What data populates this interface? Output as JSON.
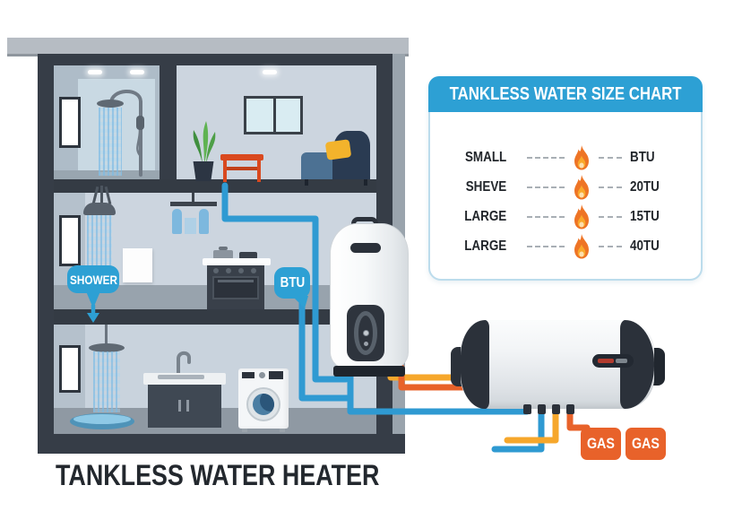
{
  "title": "TANKLESS WATER HEATER",
  "callouts": {
    "shower": "SHOWER",
    "btu": "BTU"
  },
  "gas_labels": {
    "left": "GAS",
    "right": "GAS"
  },
  "size_chart": {
    "title": "TANKLESS WATER SIZE CHART",
    "rows": [
      {
        "label": "SMALL",
        "icon": "flame-icon",
        "value": "BTU"
      },
      {
        "label": "SHEVE",
        "icon": "flame-icon",
        "value": "20TU"
      },
      {
        "label": "LARGE",
        "icon": "flame-icon",
        "value": "15TU"
      },
      {
        "label": "LARGE",
        "icon": "flame-icon",
        "value": "40TU"
      }
    ]
  },
  "colors": {
    "accent_blue": "#2da0d4",
    "pipe_blue": "#2f9ad2",
    "pipe_yellow": "#f6a72c",
    "pipe_orange": "#e8622a",
    "gas_orange": "#e8622a",
    "flame_outer": "#ee7425",
    "flame_inner": "#f9a82b",
    "house_dark": "#363d47",
    "roof_gray": "#b6bcc3"
  }
}
